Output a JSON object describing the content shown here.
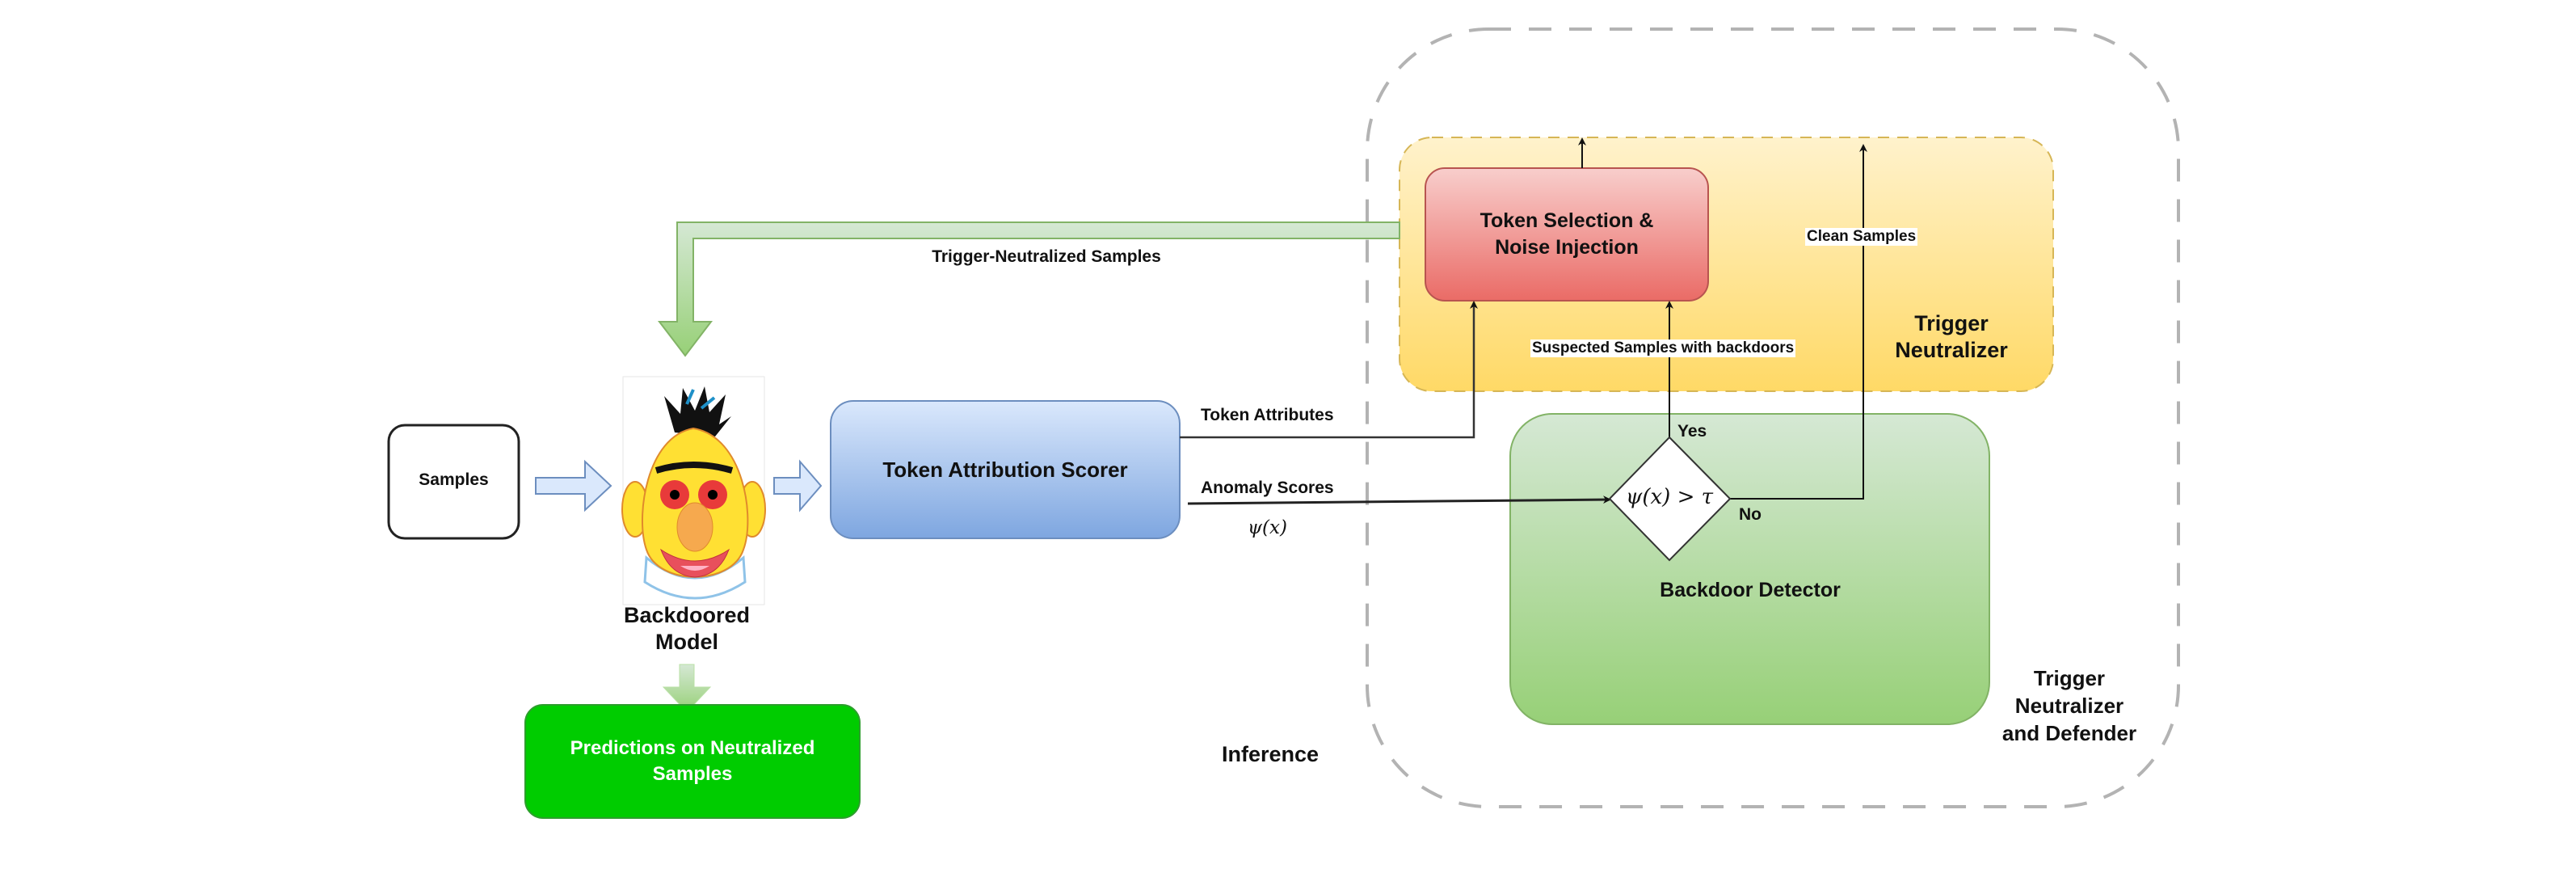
{
  "nodes": {
    "samples": "Samples",
    "backdoored_model": [
      "Backdoored",
      "Model"
    ],
    "token_attribution_scorer": "Token Attribution Scorer",
    "predictions": [
      "Predictions on Neutralized",
      "Samples"
    ],
    "token_selection": [
      "Token Selection &",
      "Noise Injection"
    ],
    "backdoor_detector": "Backdoor Detector",
    "decision": "ψ(x) > τ"
  },
  "edge_labels": {
    "trigger_neutralized": "Trigger-Neutralized Samples",
    "token_attributes": "Token Attributes",
    "anomaly_scores": "Anomaly Scores",
    "anomaly_symbol": "ψ(x)",
    "suspected": "Suspected Samples with backdoors",
    "clean": "Clean Samples",
    "yes": "Yes",
    "no": "No"
  },
  "groups": {
    "trigger_neutralizer": [
      "Trigger",
      "Neutralizer"
    ],
    "neutralizer_and_defender": [
      "Trigger",
      "Neutralizer",
      "and Defender"
    ],
    "inference": "Inference"
  },
  "icons": {
    "model": "bert-muppet-face-icon"
  },
  "colors": {
    "samples_border": "#222222",
    "blue_arrow_fill": "#dae8fc",
    "blue_arrow_stroke": "#6c8ebf",
    "scorer_top": "#dae8fc",
    "scorer_bottom": "#7ea6e0",
    "predictions_fill": "#00cc00",
    "feedback_arrow": "#b9e0a5",
    "yellow_top": "#fff2cc",
    "yellow_bottom": "#ffd966",
    "red_top": "#f8cecc",
    "red_bottom": "#ea6b66",
    "green_top": "#d5e8d4",
    "green_bottom": "#97d077",
    "outer_dash": "#b3b3b3"
  }
}
